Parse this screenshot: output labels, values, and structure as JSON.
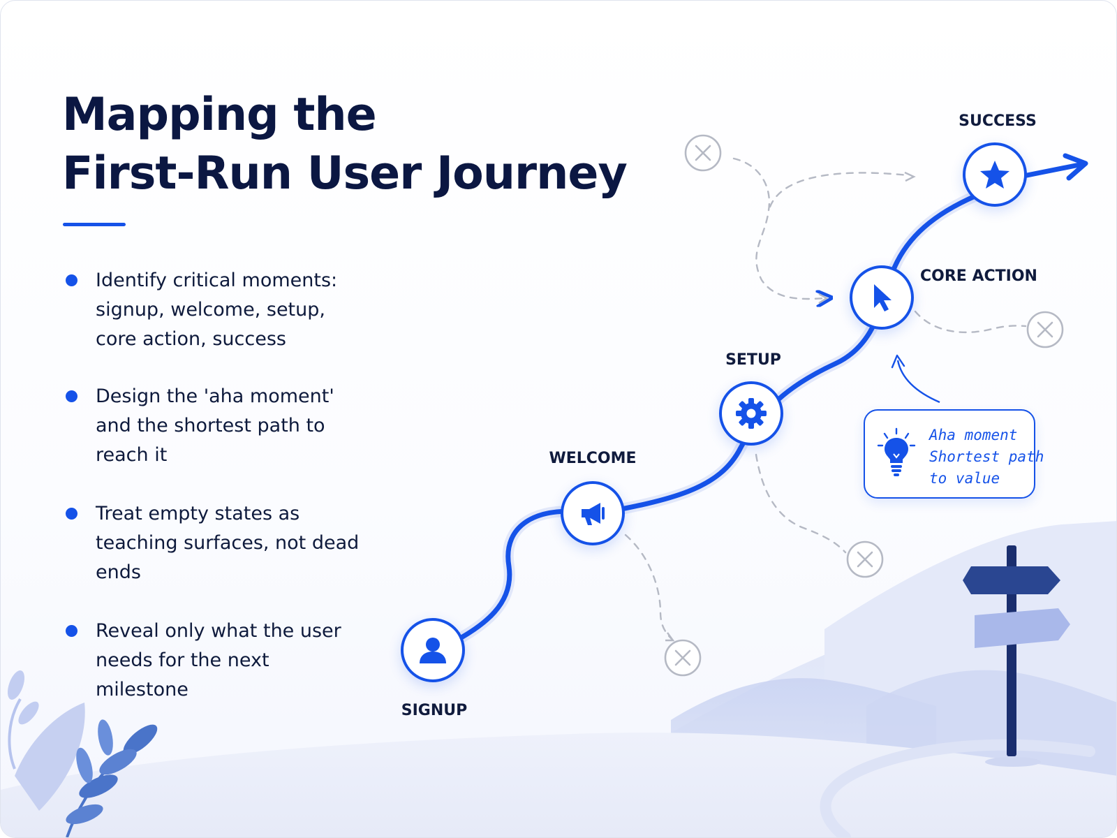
{
  "title": {
    "line1": "Mapping the",
    "line2": "First-Run User Journey"
  },
  "bullets": [
    {
      "text": "Identify critical moments: signup, welcome, setup, core action, success"
    },
    {
      "text": "Design the 'aha moment' and the shortest path to reach it"
    },
    {
      "text": "Treat empty states as teaching surfaces, not dead ends"
    },
    {
      "text": "Reveal only what the user needs for the next milestone"
    }
  ],
  "stages": [
    {
      "label": "SIGNUP",
      "icon": "user-icon"
    },
    {
      "label": "WELCOME",
      "icon": "megaphone-icon"
    },
    {
      "label": "SETUP",
      "icon": "gear-icon"
    },
    {
      "label": "CORE ACTION",
      "icon": "cursor-icon"
    },
    {
      "label": "SUCCESS",
      "icon": "star-icon"
    }
  ],
  "callout": {
    "lines": [
      "Aha moment",
      "Shortest path",
      "to value"
    ],
    "icon": "lightbulb-icon"
  },
  "dropoffs": {
    "count": 4,
    "icon": "close-icon"
  },
  "colors": {
    "accent": "#1552e8",
    "title": "#0b1742",
    "text": "#0e1a3c",
    "muted": "#b5b9c4"
  }
}
